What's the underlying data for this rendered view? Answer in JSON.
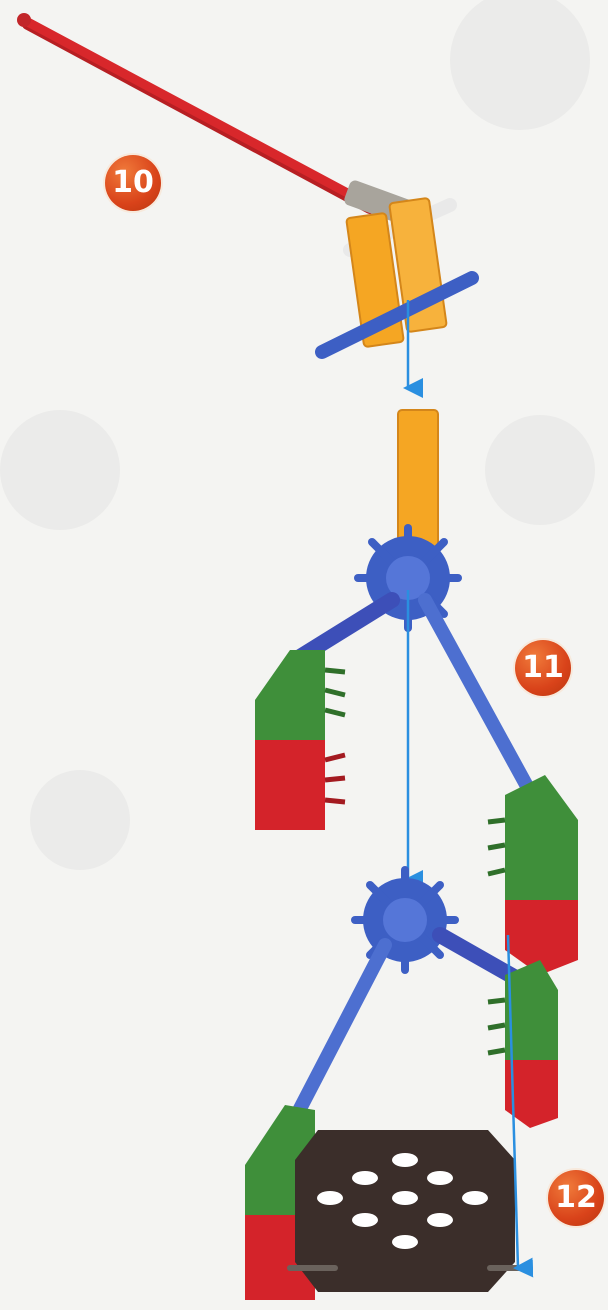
{
  "steps": {
    "step_10": "10",
    "step_11": "11",
    "step_12": "12"
  },
  "colors": {
    "rod_red": "#d8272b",
    "rod_blue": "#3d5fc4",
    "connector_orange": "#f5a623",
    "connector_green": "#3f8f3a",
    "connector_red": "#d4232a",
    "connector_gray": "#a8a49c",
    "connector_white": "#ffffff",
    "plate_brown": "#3b2e2a",
    "arrow_blue": "#2a8fe0",
    "badge_orange": "#d9431a"
  }
}
